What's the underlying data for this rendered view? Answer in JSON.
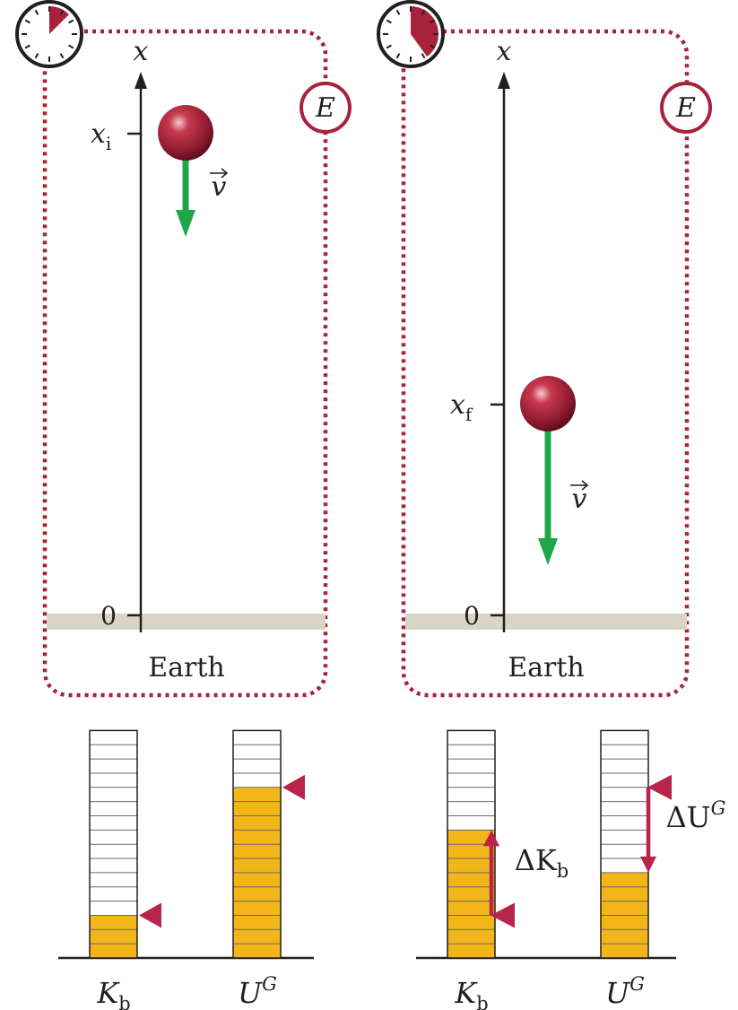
{
  "colors": {
    "system_boundary": "#a8223c",
    "ball": "#a8223c",
    "velocity_arrow": "#1fa64a",
    "ground": "#d8d5c4",
    "bar_fill": "#f2b619",
    "bar_marker": "#b8244a",
    "axis": "#231f20"
  },
  "scale": {
    "total_units": 16
  },
  "panels": [
    {
      "id": "initial",
      "clock_fraction": 0.125,
      "axis_label": "x",
      "system_label": "E",
      "position_label": {
        "base": "x",
        "sub": "i"
      },
      "origin_label": "0",
      "earth_label": "Earth",
      "velocity_label": "v",
      "height_fraction": 0.84,
      "arrow_length": "short",
      "bars": {
        "kinetic": {
          "symbol": "K",
          "sub": "b",
          "level": 3
        },
        "potential": {
          "symbol": "U",
          "sup": "G",
          "level": 12
        }
      },
      "deltas": []
    },
    {
      "id": "final",
      "clock_fraction": 0.4,
      "axis_label": "x",
      "system_label": "E",
      "position_label": {
        "base": "x",
        "sub": "f"
      },
      "origin_label": "0",
      "earth_label": "Earth",
      "velocity_label": "v",
      "height_fraction": 0.4,
      "arrow_length": "long",
      "bars": {
        "kinetic": {
          "symbol": "K",
          "sub": "b",
          "level": 9
        },
        "potential": {
          "symbol": "U",
          "sup": "G",
          "level": 6
        }
      },
      "deltas": [
        {
          "bar": "kinetic",
          "text": "ΔK",
          "sub": "b",
          "from": 3,
          "to": 9
        },
        {
          "bar": "potential",
          "text": "ΔU",
          "sup": "G",
          "from": 12,
          "to": 6
        }
      ]
    }
  ]
}
